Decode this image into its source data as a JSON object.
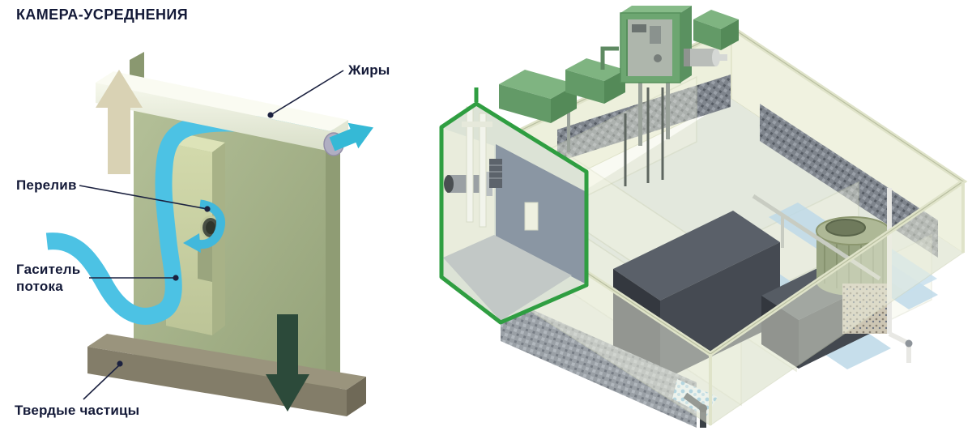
{
  "title": "КАМЕРА-УСРЕДНЕНИЯ",
  "labels": {
    "fats": "Жиры",
    "overflow": "Перелив",
    "flow_damper": "Гаситель потока",
    "solid_particles": "Твердые частицы"
  },
  "colors": {
    "label_text": "#141a38",
    "leader_line": "#1c2240",
    "panel_green": "#a9b68c",
    "panel_green_dark": "#8f9c74",
    "fat_layer_white": "#f6f8ec",
    "sediment_brown": "#837d69",
    "flow_blue": "#4cc2e4",
    "outlet_teal": "#35b9d6",
    "inflow_beige": "#d9d2b4",
    "down_arrow_green": "#2c4a3a",
    "highlight_green": "#2f9e41",
    "equipment_green": "#6da671",
    "tank_wall_cream": "#eef0dd",
    "media_dark_gray": "#4d525a",
    "water_blue": "#bcd8e8"
  }
}
